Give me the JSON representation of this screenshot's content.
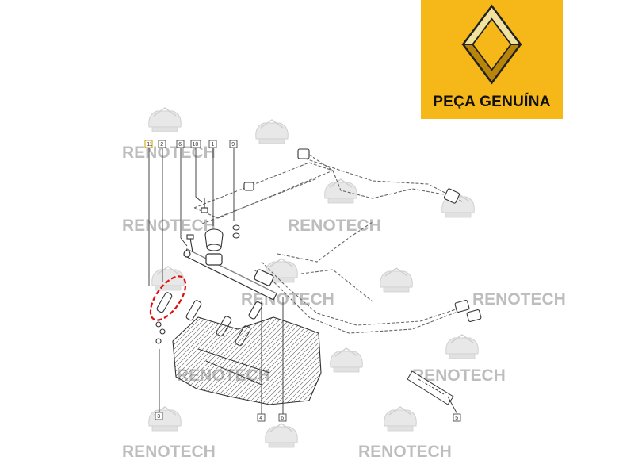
{
  "badge": {
    "label": "PEÇA GENUÍNA",
    "color": "#f6b818"
  },
  "watermark": {
    "text": "RENOTECH",
    "icon": "car-watermark-icon"
  },
  "callouts": [
    "1",
    "2",
    "3",
    "4",
    "5",
    "6",
    "9",
    "10",
    "11"
  ],
  "highlight": {
    "color": "#e01010",
    "part": "fuel-injector"
  }
}
